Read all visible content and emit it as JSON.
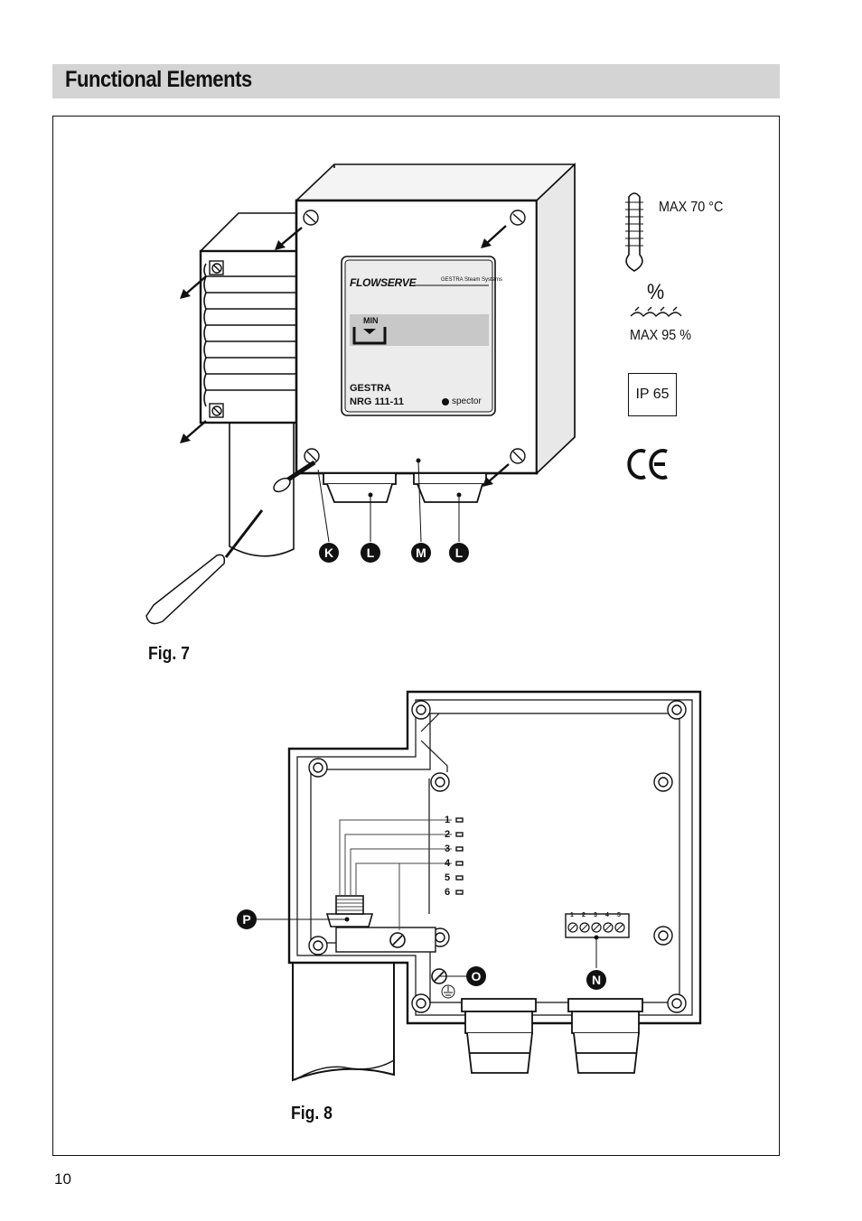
{
  "header": {
    "title": "Functional Elements"
  },
  "figure7": {
    "label": "Fig. 7",
    "device": {
      "brand": "FLOWSERVE",
      "tagline": "GESTRA Steam Systems",
      "indicator": "MIN",
      "product_name": "GESTRA",
      "model": "NRG 111-11",
      "sub_brand": "spector"
    },
    "callouts": [
      "K",
      "L",
      "M",
      "L"
    ],
    "symbols": {
      "temperature": "MAX 70 °C",
      "humidity_symbol": "%",
      "humidity": "MAX 95 %",
      "ip_rating": "IP 65",
      "ce_mark": "CE"
    }
  },
  "figure8": {
    "label": "Fig. 8",
    "wire_numbers": [
      "1",
      "2",
      "3",
      "4",
      "5",
      "6"
    ],
    "terminal_numbers": [
      "1",
      "2",
      "3",
      "4",
      "5"
    ],
    "callouts": [
      "P",
      "O",
      "N"
    ]
  },
  "footer": {
    "page_number": "10"
  }
}
